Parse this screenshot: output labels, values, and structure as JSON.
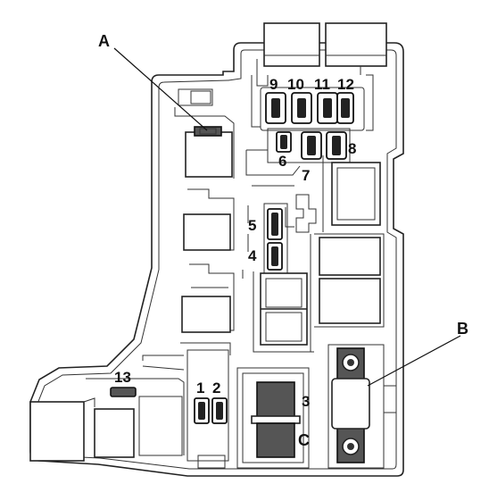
{
  "diagram": {
    "callouts": {
      "a": "A",
      "b": "B",
      "c": "C"
    },
    "fuse_labels": {
      "f1": "1",
      "f2": "2",
      "f3": "3",
      "f4": "4",
      "f5": "5",
      "f6": "6",
      "f7": "7",
      "f8": "8",
      "f9": "9",
      "f10": "10",
      "f11": "11",
      "f12": "12",
      "f13": "13"
    }
  }
}
